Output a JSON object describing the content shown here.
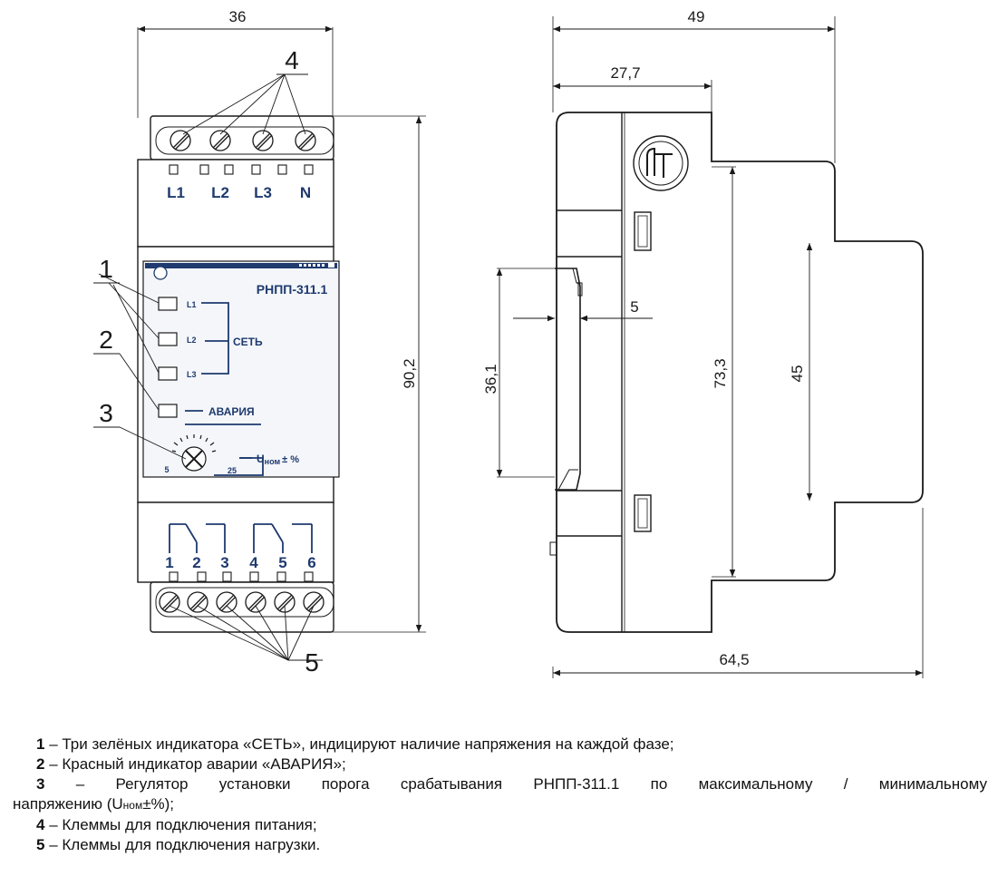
{
  "dimensions": {
    "front_width": "36",
    "side_width": "49",
    "side_offset": "27,7",
    "front_height": "90,2",
    "rail_height": "36,1",
    "rail_depth": "5",
    "body_height": "73,3",
    "panel_height": "45",
    "total_depth": "64,5"
  },
  "callouts": [
    "1",
    "2",
    "3",
    "4",
    "5"
  ],
  "terminals_top": [
    "L1",
    "L2",
    "L3",
    "N"
  ],
  "terminals_bottom": [
    "1",
    "2",
    "3",
    "4",
    "5",
    "6"
  ],
  "panel": {
    "model": "РНПП-311.1",
    "leds": [
      "L1",
      "L2",
      "L3"
    ],
    "group_label": "СЕТЬ",
    "alarm_label": "АВАРИЯ",
    "knob_min": "5",
    "knob_max": "25",
    "u_label": "U",
    "u_sub": "ном",
    "u_suffix": "± %"
  },
  "legend": [
    {
      "num": "1",
      "text": " – Три зелёных индикатора «СЕТЬ», индицируют наличие напряжения на каждой фазе;"
    },
    {
      "num": "2",
      "text": " – Красный индикатор аварии «АВАРИЯ»;"
    },
    {
      "num": "3",
      "text": " – Регулятор установки порога срабатывания РНПП-311.1 по максимальному / минимальному"
    },
    {
      "num": "",
      "text_pre": "напряжению (U",
      "text_sub": "ном",
      "text_post": "±%);"
    },
    {
      "num": "4",
      "text": " – Клеммы для подключения питания;"
    },
    {
      "num": "5",
      "text": " – Клеммы для подключения нагрузки."
    }
  ],
  "colors": {
    "panel_blue": "#1e3a6e",
    "outline": "#1a1a1a",
    "panel_face": "#f4f6fa"
  }
}
